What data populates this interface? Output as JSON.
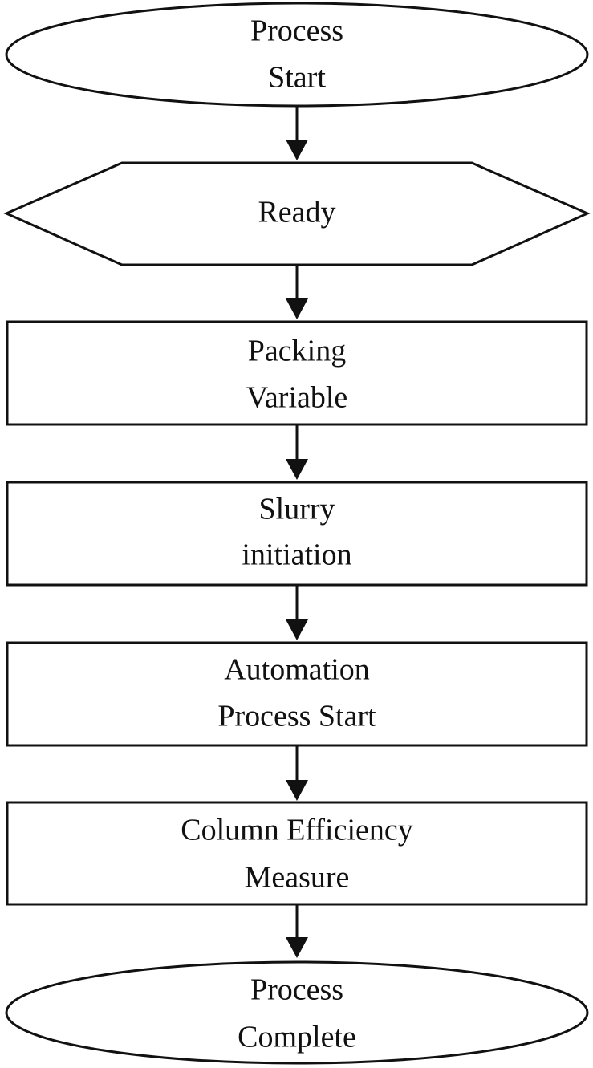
{
  "diagram": {
    "type": "flowchart",
    "colors": {
      "stroke": "#111111",
      "fill": "#ffffff"
    },
    "nodes": [
      {
        "id": "process-start",
        "shape": "ellipse",
        "lines": [
          "Process",
          "Start"
        ]
      },
      {
        "id": "ready",
        "shape": "hexagon",
        "lines": [
          "Ready"
        ]
      },
      {
        "id": "packing-variable",
        "shape": "rectangle",
        "lines": [
          "Packing",
          "Variable"
        ]
      },
      {
        "id": "slurry-initiation",
        "shape": "rectangle",
        "lines": [
          "Slurry",
          "initiation"
        ]
      },
      {
        "id": "automation-process-start",
        "shape": "rectangle",
        "lines": [
          "Automation",
          "Process Start"
        ]
      },
      {
        "id": "column-efficiency-measure",
        "shape": "rectangle",
        "lines": [
          "Column Efficiency",
          "Measure"
        ]
      },
      {
        "id": "process-complete",
        "shape": "ellipse",
        "lines": [
          "Process",
          "Complete"
        ]
      }
    ],
    "edges": [
      {
        "from": "process-start",
        "to": "ready"
      },
      {
        "from": "ready",
        "to": "packing-variable"
      },
      {
        "from": "packing-variable",
        "to": "slurry-initiation"
      },
      {
        "from": "slurry-initiation",
        "to": "automation-process-start"
      },
      {
        "from": "automation-process-start",
        "to": "column-efficiency-measure"
      },
      {
        "from": "column-efficiency-measure",
        "to": "process-complete"
      }
    ]
  }
}
